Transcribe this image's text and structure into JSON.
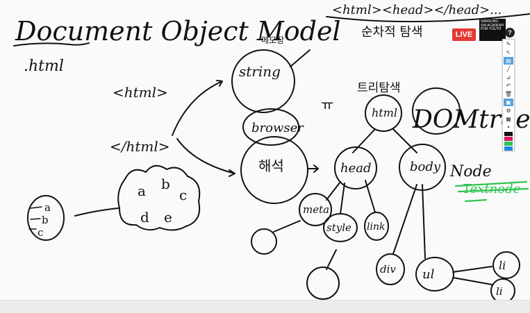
{
  "overlay": {
    "live_label": "LIVE",
    "brand_text": "SAMSUNG SW ACADEMY FOR YOUTH",
    "help_label": "?"
  },
  "toolbar": {
    "tools": [
      {
        "name": "pen",
        "glyph": "✎",
        "active": false
      },
      {
        "name": "pointer",
        "glyph": "↖",
        "active": false
      },
      {
        "name": "highlighter",
        "glyph": "▤",
        "active": true
      },
      {
        "name": "line",
        "glyph": "╱",
        "active": false
      },
      {
        "name": "ruler",
        "glyph": "⊿",
        "active": false
      },
      {
        "name": "undo",
        "glyph": "↶",
        "active": false
      },
      {
        "name": "trash",
        "glyph": "🗑",
        "active": false
      },
      {
        "name": "screen",
        "glyph": "▣",
        "active": true
      },
      {
        "name": "settings",
        "glyph": "⚙",
        "active": false
      },
      {
        "name": "clipboard",
        "glyph": "▦",
        "active": false
      },
      {
        "name": "dot",
        "glyph": "•",
        "active": false
      }
    ],
    "colors": [
      "#111111",
      "#d81b60",
      "#2ec452",
      "#1e88e5"
    ]
  },
  "drawing": {
    "title": "Document Object Model",
    "html_label": ".html",
    "top_right_code": "<html><head></head>...",
    "top_right_korean": "순차적 탐색",
    "open_tag": "<html>",
    "close_tag": "</html>",
    "memory_label": "메모장",
    "string_label": "string",
    "browser_label": "browser",
    "parse_label": "해석",
    "tree_traverse_label": "트리탐색",
    "dom_tree_label": "DOMtree",
    "node_label": "Node",
    "crossed_text": "Textnode",
    "set_letters": [
      "a",
      "b",
      "c",
      "d",
      "e"
    ],
    "small_set": [
      "a",
      "b",
      "c"
    ],
    "tree_nodes": {
      "root": "html",
      "head": "head",
      "body": "body",
      "meta": "meta",
      "style": "style",
      "link": "link",
      "div": "div",
      "ul": "ul",
      "li1": "li",
      "li2": "li"
    }
  }
}
